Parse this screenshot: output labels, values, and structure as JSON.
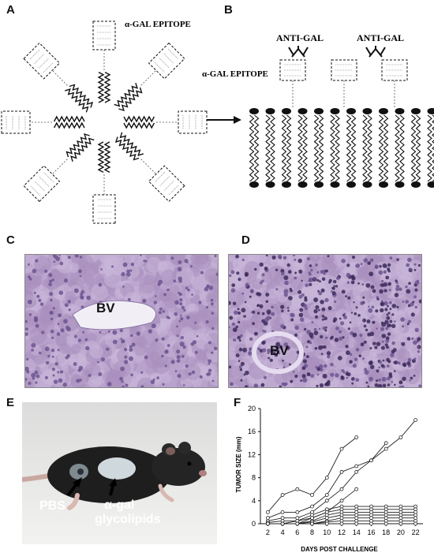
{
  "panels": {
    "a": "A",
    "b": "B",
    "c": "C",
    "d": "D",
    "e": "E",
    "f": "F"
  },
  "panel_a": {
    "epitope_label": "α-GAL EPITOPE"
  },
  "panel_b": {
    "anti_gal_1": "ANTI-GAL",
    "anti_gal_2": "ANTI-GAL",
    "epitope_label": "α-GAL EPITOPE"
  },
  "panel_c": {
    "vessel_label": "BV"
  },
  "panel_d": {
    "vessel_label": "BV"
  },
  "panel_e": {
    "pbs_label": "PBS",
    "glyco_label_1": "α-gal",
    "glyco_label_2": "glycolipids"
  },
  "chart_data": {
    "type": "line",
    "title": "",
    "xlabel": "DAYS POST CHALLENGE",
    "ylabel": "TUMOR SIZE (mm)",
    "xlim": [
      1,
      23
    ],
    "ylim": [
      0,
      20
    ],
    "x_ticks": [
      2,
      4,
      6,
      8,
      10,
      12,
      14,
      16,
      18,
      20,
      22
    ],
    "y_ticks": [
      0,
      4,
      8,
      12,
      16,
      20
    ],
    "grid": false,
    "series": [
      {
        "points": [
          [
            2,
            2
          ],
          [
            4,
            5
          ],
          [
            6,
            6
          ],
          [
            8,
            5
          ],
          [
            10,
            8
          ],
          [
            12,
            13
          ],
          [
            14,
            15
          ]
        ]
      },
      {
        "points": [
          [
            2,
            1
          ],
          [
            4,
            2
          ],
          [
            6,
            2
          ],
          [
            8,
            3
          ],
          [
            10,
            5
          ],
          [
            12,
            9
          ],
          [
            14,
            10
          ],
          [
            16,
            11
          ],
          [
            18,
            14
          ]
        ]
      },
      {
        "points": [
          [
            2,
            0.5
          ],
          [
            4,
            1
          ],
          [
            6,
            1
          ],
          [
            8,
            2
          ],
          [
            10,
            4
          ],
          [
            12,
            6
          ],
          [
            14,
            9
          ],
          [
            16,
            11
          ],
          [
            18,
            13
          ],
          [
            20,
            15
          ],
          [
            22,
            18
          ]
        ]
      },
      {
        "points": [
          [
            2,
            0.2
          ],
          [
            4,
            0.5
          ],
          [
            6,
            0.5
          ],
          [
            8,
            1
          ],
          [
            10,
            2
          ],
          [
            12,
            4
          ],
          [
            14,
            6
          ]
        ]
      },
      {
        "points": [
          [
            2,
            0
          ],
          [
            4,
            0
          ],
          [
            6,
            0.5
          ],
          [
            8,
            1.5
          ],
          [
            10,
            2.5
          ],
          [
            12,
            3
          ],
          [
            14,
            3
          ],
          [
            16,
            3
          ],
          [
            18,
            3
          ],
          [
            20,
            3
          ],
          [
            22,
            3
          ]
        ]
      },
      {
        "points": [
          [
            2,
            0
          ],
          [
            4,
            0
          ],
          [
            6,
            0
          ],
          [
            8,
            1
          ],
          [
            10,
            2
          ],
          [
            12,
            2.5
          ],
          [
            14,
            2.5
          ],
          [
            16,
            2.5
          ],
          [
            18,
            2.5
          ],
          [
            20,
            2.5
          ],
          [
            22,
            2.5
          ]
        ]
      },
      {
        "points": [
          [
            2,
            0
          ],
          [
            4,
            0
          ],
          [
            6,
            0
          ],
          [
            8,
            0.5
          ],
          [
            10,
            1.5
          ],
          [
            12,
            2
          ],
          [
            14,
            2
          ],
          [
            16,
            2
          ],
          [
            18,
            2
          ],
          [
            20,
            2
          ],
          [
            22,
            2
          ]
        ]
      },
      {
        "points": [
          [
            2,
            0
          ],
          [
            4,
            0
          ],
          [
            6,
            0
          ],
          [
            8,
            0.3
          ],
          [
            10,
            1
          ],
          [
            12,
            1.5
          ],
          [
            14,
            1.5
          ],
          [
            16,
            1.5
          ],
          [
            18,
            1.5
          ],
          [
            20,
            1.5
          ],
          [
            22,
            1.5
          ]
        ]
      },
      {
        "points": [
          [
            2,
            0
          ],
          [
            4,
            0
          ],
          [
            6,
            0
          ],
          [
            8,
            0
          ],
          [
            10,
            0.5
          ],
          [
            12,
            1
          ],
          [
            14,
            1
          ],
          [
            16,
            1
          ],
          [
            18,
            1
          ],
          [
            20,
            1
          ],
          [
            22,
            1
          ]
        ]
      },
      {
        "points": [
          [
            2,
            0
          ],
          [
            4,
            0
          ],
          [
            6,
            0
          ],
          [
            8,
            0
          ],
          [
            10,
            0.3
          ],
          [
            12,
            0.5
          ],
          [
            14,
            0.5
          ],
          [
            16,
            0.5
          ],
          [
            18,
            0.5
          ],
          [
            20,
            0.5
          ],
          [
            22,
            0.5
          ]
        ]
      },
      {
        "points": [
          [
            2,
            0
          ],
          [
            4,
            0
          ],
          [
            6,
            0
          ],
          [
            8,
            0
          ],
          [
            10,
            0
          ],
          [
            12,
            0
          ],
          [
            14,
            0
          ],
          [
            16,
            0
          ],
          [
            18,
            0
          ],
          [
            20,
            0
          ],
          [
            22,
            0
          ]
        ]
      }
    ]
  }
}
